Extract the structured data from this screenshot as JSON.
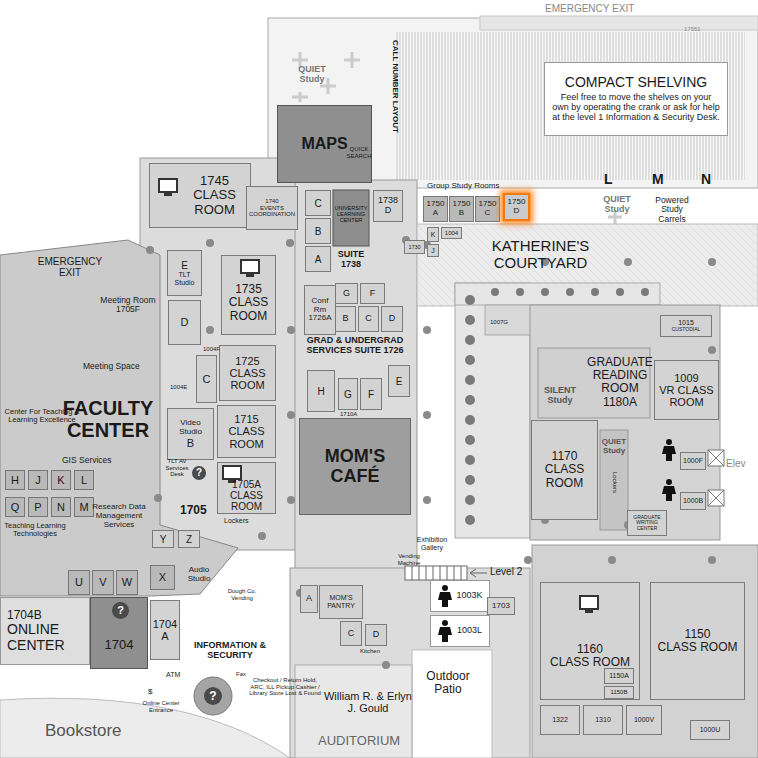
{
  "diagram": {
    "nodes": [
      {
        "text": [
          "MAPS"
        ]
      },
      {
        "text": [
          "COMPACT SHELVING",
          "Feel free to move the shelves on your own by operating the crank or ask for help at the level 1 Information & Security Desk."
        ]
      },
      {
        "text": [
          "1745",
          "CLASS ROOM"
        ]
      },
      {
        "text": [
          "1740",
          "EVENTS COORDINATION"
        ]
      },
      {
        "text": [
          "C"
        ]
      },
      {
        "text": [
          "B"
        ]
      },
      {
        "text": [
          "A"
        ]
      },
      {
        "text": [
          "1738",
          "D"
        ]
      },
      {
        "text": [
          "1750",
          "A"
        ]
      },
      {
        "text": [
          "1750",
          "B"
        ]
      },
      {
        "text": [
          "1750",
          "C"
        ]
      },
      {
        "text": [
          "1750",
          "D"
        ]
      },
      {
        "text": [
          "1730"
        ]
      },
      {
        "text": [
          "K"
        ]
      },
      {
        "text": [
          "1004"
        ]
      },
      {
        "text": [
          "J"
        ]
      },
      {
        "text": [
          "E",
          "TLT Studio"
        ]
      },
      {
        "text": [
          "1735",
          "CLASS ROOM"
        ]
      },
      {
        "text": [
          "D"
        ]
      },
      {
        "text": [
          "C"
        ]
      },
      {
        "text": [
          "1725",
          "CLASS ROOM"
        ]
      },
      {
        "text": [
          "Video Studio",
          "B"
        ]
      },
      {
        "text": [
          "1715",
          "CLASS ROOM"
        ]
      },
      {
        "text": [
          "1705A",
          "CLASS ROOM"
        ]
      },
      {
        "text": [
          "H"
        ]
      },
      {
        "text": [
          "J"
        ]
      },
      {
        "text": [
          "K"
        ]
      },
      {
        "text": [
          "L"
        ]
      },
      {
        "text": [
          "Q"
        ]
      },
      {
        "text": [
          "P"
        ]
      },
      {
        "text": [
          "N"
        ]
      },
      {
        "text": [
          "M"
        ]
      },
      {
        "text": [
          "Y"
        ]
      },
      {
        "text": [
          "Z"
        ]
      },
      {
        "text": [
          "X"
        ]
      },
      {
        "text": [
          "U"
        ]
      },
      {
        "text": [
          "V"
        ]
      },
      {
        "text": [
          "W"
        ]
      },
      {
        "text": [
          "1704B",
          "ONLINE CENTER"
        ]
      },
      {
        "text": [
          "1704"
        ]
      },
      {
        "text": [
          "1704",
          "A"
        ]
      },
      {
        "text": [
          "Conf Rm 1726A"
        ]
      },
      {
        "text": [
          "G"
        ]
      },
      {
        "text": [
          "F"
        ]
      },
      {
        "text": [
          "B"
        ]
      },
      {
        "text": [
          "C"
        ]
      },
      {
        "text": [
          "D"
        ]
      },
      {
        "text": [
          "H"
        ]
      },
      {
        "text": [
          "G"
        ]
      },
      {
        "text": [
          "F"
        ]
      },
      {
        "text": [
          "E"
        ]
      },
      {
        "text": [
          "MOM'S CAFÉ"
        ]
      },
      {
        "text": [
          "1015",
          "CUSTODIAL"
        ]
      },
      {
        "text": [
          "1009",
          "VR CLASS ROOM"
        ]
      },
      {
        "text": [
          "1170",
          "CLASS ROOM"
        ]
      },
      {
        "text": [
          "1000F"
        ]
      },
      {
        "text": [
          "1000B"
        ]
      },
      {
        "text": [
          "GRADUATE WRITING CENTER"
        ]
      },
      {
        "text": [
          "1160",
          "CLASS ROOM"
        ]
      },
      {
        "text": [
          "1150",
          "CLASS ROOM"
        ]
      },
      {
        "text": [
          "1150A"
        ]
      },
      {
        "text": [
          "1150B"
        ]
      },
      {
        "text": [
          "1322"
        ]
      },
      {
        "text": [
          "1310"
        ]
      },
      {
        "text": [
          "1000V"
        ]
      },
      {
        "text": [
          "1000U"
        ]
      },
      {
        "text": [
          "A"
        ]
      },
      {
        "text": [
          "MOM'S PANTRY"
        ]
      },
      {
        "text": [
          "C"
        ]
      },
      {
        "text": [
          "D"
        ]
      },
      {
        "text": [
          "1003K"
        ]
      },
      {
        "text": [
          "1003L"
        ]
      },
      {
        "text": [
          "1703"
        ]
      }
    ],
    "labels": [
      "EMERGENCY EXIT",
      "17551",
      "QUIET Study",
      "CALL NUMBER LAYOUT",
      "QUICK SEARCH",
      "Group Study Rooms",
      "L",
      "M",
      "N",
      "QUIET Study",
      "Powered Study Carrels",
      "UNIVERSITY LEARNING CENTER",
      "SUITE 1738",
      "KATHERINE'S COURTYARD",
      "EMERGENCY EXIT",
      "Meeting Room 1705F",
      "1004F",
      "Meeting Space",
      "1004E",
      "FACULTY CENTER",
      "Center For Teaching & Learning Excellence",
      "GIS Services",
      "TLT AV Services Desk",
      "?",
      "Research Data Management Services",
      "1705",
      "Lockers",
      "Teaching Learning Technologies",
      "Audio Studio",
      "Dough Co. Vending",
      "?",
      "INFORMATION & SECURITY",
      "ATM",
      "Fax",
      "$",
      "?",
      "Checkout / Return Hold, ARC, ILL Pickup Cashier / Library Store Lost & Found",
      "Online Center Entrance",
      "Bookstore",
      "GRAD & UNDERGRAD SERVICES SUITE 1726",
      "1710A",
      "Exhibition Gallery",
      "Vending Machine",
      "Level 2",
      "Kitchen",
      "Outdoor Patio",
      "William R. & Erlyn J. Gould",
      "AUDITORIUM",
      "1007G",
      "GRADUATE READING ROOM 1180A",
      "SILENT Study",
      "QUIET Study",
      "Lockers",
      "Elev"
    ]
  }
}
